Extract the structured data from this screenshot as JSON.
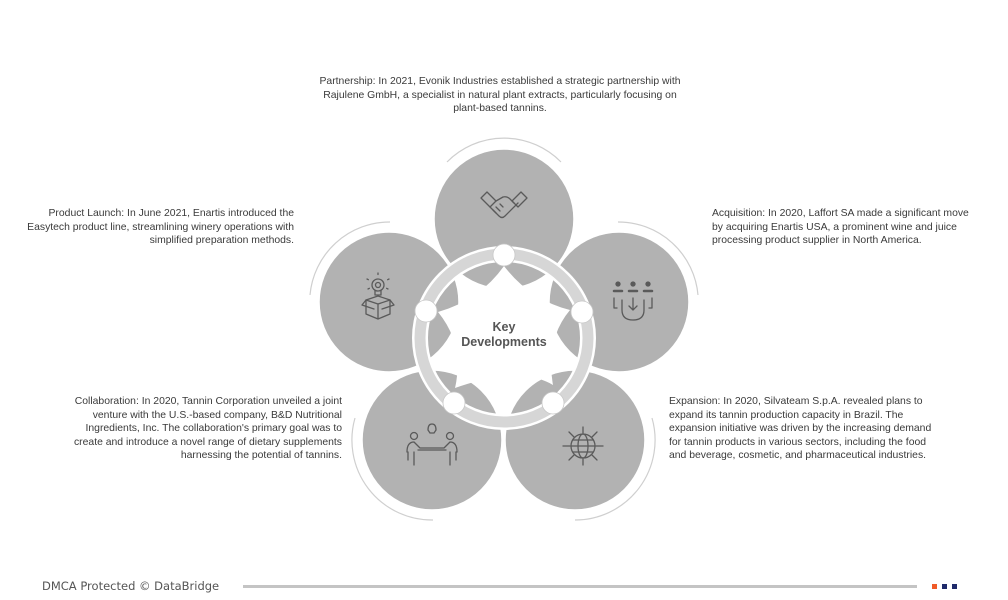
{
  "center_label": [
    "Key",
    "Developments"
  ],
  "developments": {
    "partnership": [
      "Partnership: In 2021, Evonik Industries established a strategic partnership with",
      "Rajulene GmbH, a specialist in natural plant extracts, particularly focusing on",
      "plant-based tannins."
    ],
    "product_launch": [
      "Product Launch: In June 2021, Enartis introduced the",
      "Easytech product line, streamlining winery operations with",
      "simplified preparation methods."
    ],
    "acquisition": [
      "Acquisition: In 2020, Laffort SA made a significant move",
      "by acquiring Enartis USA, a prominent wine and juice",
      "processing product supplier in North America."
    ],
    "collaboration": [
      "Collaboration: In 2020, Tannin Corporation unveiled a joint",
      "venture with the U.S.-based company, B&D Nutritional",
      "Ingredients, Inc. The collaboration's primary goal was to",
      "create and introduce a novel range of dietary supplements",
      "harnessing the potential of tannins."
    ],
    "expansion": [
      "Expansion: In 2020, Silvateam S.p.A. revealed plans to",
      "expand its tannin production capacity in Brazil. The",
      "expansion initiative was driven by the increasing demand",
      "for tannin products in various sectors, including the food",
      "and beverage, cosmetic, and pharmaceutical industries."
    ]
  },
  "icons": [
    "handshake-icon",
    "idea-box-icon",
    "magnet-people-icon",
    "meeting-icon",
    "globe-arrows-icon"
  ],
  "footer": {
    "text": "DMCA Protected © DataBridge"
  },
  "colors": {
    "circle": "#b2b2b2",
    "ring": "#d6d6d6",
    "icon": "#5a5a5a",
    "arc": "#cfcfcf",
    "orange": "#f05a28",
    "navy": "#1f2a6b"
  }
}
